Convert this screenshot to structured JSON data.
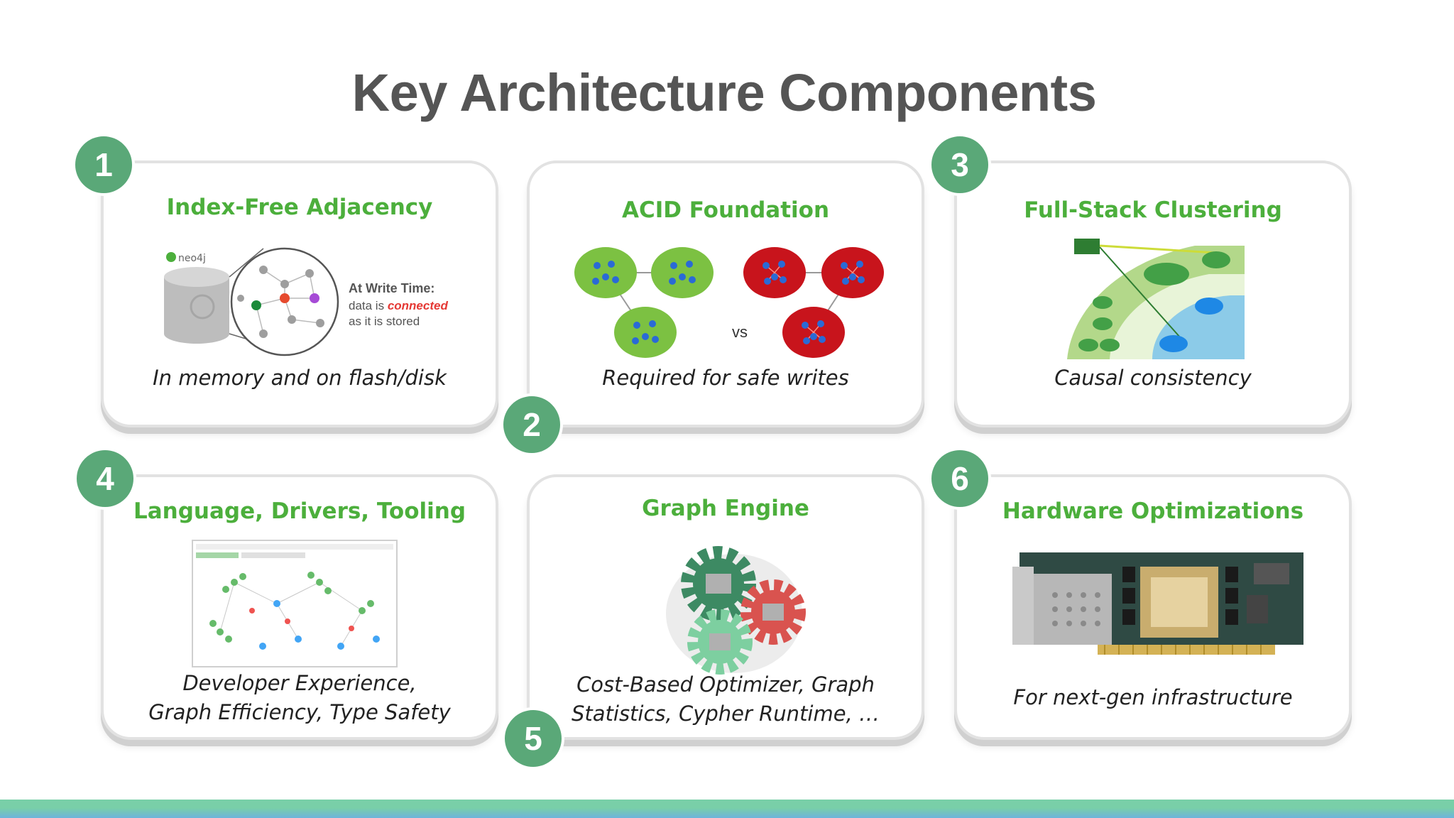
{
  "slide": {
    "title": "Key Architecture Components"
  },
  "colors": {
    "accent_green": "#4caf3c",
    "badge_green": "#5aa878",
    "bar_green": "#79cfa8",
    "bar_blue": "#6db4dc"
  },
  "cards": [
    {
      "number": "1",
      "title": "Index-Free Adjacency",
      "caption": "In memory and on flash/disk",
      "art": {
        "logo_text": "neo4j",
        "callout_heading": "At Write Time:",
        "callout_line1_pre": "data is",
        "callout_line1_emph": "connected",
        "callout_line2": "as it is stored"
      }
    },
    {
      "number": "2",
      "title": "ACID Foundation",
      "caption": "Required for safe writes",
      "art": {
        "vs_label": "vs"
      }
    },
    {
      "number": "3",
      "title": "Full-Stack Clustering",
      "caption": "Causal consistency"
    },
    {
      "number": "4",
      "title": "Language, Drivers, Tooling",
      "caption_line1": "Developer Experience,",
      "caption_line2": "Graph Efficiency, Type Safety"
    },
    {
      "number": "5",
      "title": "Graph Engine",
      "caption_line1": "Cost-Based Optimizer, Graph",
      "caption_line2": "Statistics, Cypher Runtime, …"
    },
    {
      "number": "6",
      "title": "Hardware Optimizations",
      "caption": "For next-gen infrastructure"
    }
  ]
}
